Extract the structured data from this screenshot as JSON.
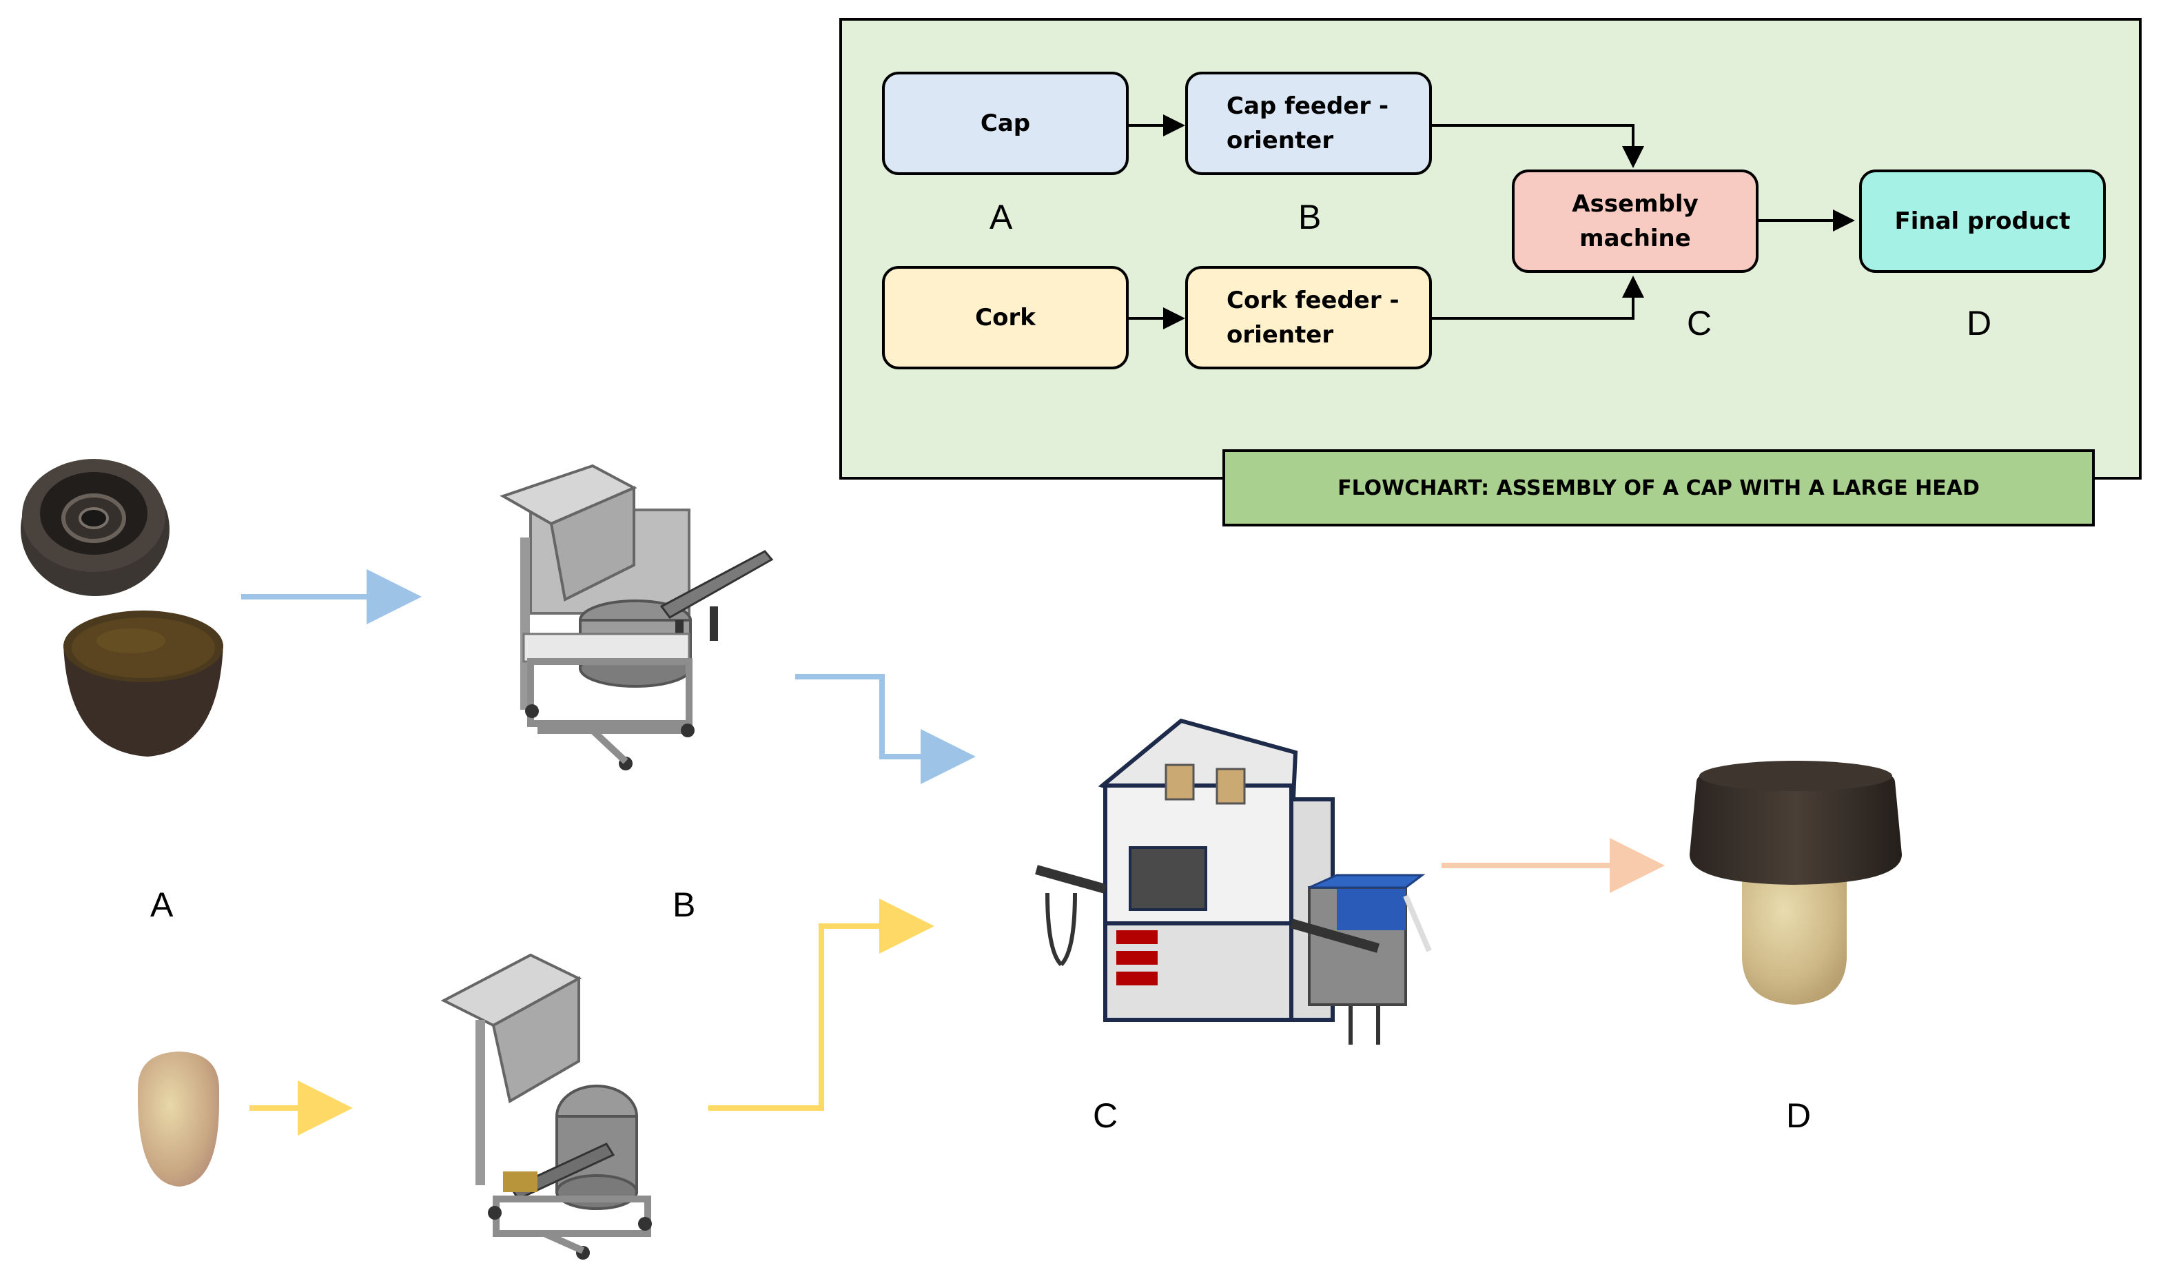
{
  "flowchart": {
    "title": "FLOWCHART: ASSEMBLY OF A CAP WITH A LARGE HEAD",
    "nodes": {
      "cap": "Cap",
      "cap_feeder": "Cap feeder -\norienter",
      "cork": "Cork",
      "cork_feeder": "Cork feeder -\norienter",
      "assembly": "Assembly\nmachine",
      "final": "Final product"
    },
    "letters": {
      "a": "A",
      "b": "B",
      "c": "C",
      "d": "D"
    }
  },
  "photos": {
    "letters": {
      "a": "A",
      "b": "B",
      "c": "C",
      "d": "D"
    }
  },
  "colors": {
    "panel_bg": "#e2efd9",
    "title_bg": "#a9d08e",
    "cap_node": "#dbe7f4",
    "cork_node": "#fff1cc",
    "assembly_node": "#f8cbc2",
    "final_node": "#a5f1e6",
    "cap_arrow": "#9dc3e6",
    "cork_arrow": "#ffd966",
    "final_arrow": "#f8cbad"
  }
}
